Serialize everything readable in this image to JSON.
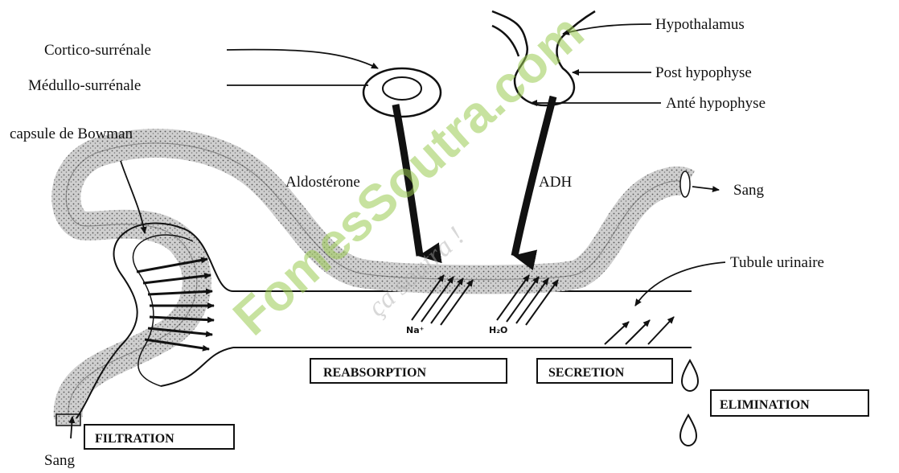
{
  "labels": {
    "cortico": "Cortico-surrénale",
    "medullo": "Médullo-surrénale",
    "hypothalamus": "Hypothalamus",
    "post_hypophyse": "Post hypophyse",
    "ante_hypophyse": "Anté hypophyse",
    "capsule": "capsule de Bowman",
    "aldosterone": "Aldostérone",
    "adh": "ADH",
    "sang_out": "Sang",
    "tubule": "Tubule urinaire",
    "sang_in": "Sang",
    "na": "Na⁺",
    "h2o": "H₂O"
  },
  "boxes": {
    "reabsorption": "REABSORPTION",
    "secretion": "SECRETION",
    "elimination": "ELIMINATION",
    "filtration": "FILTRATION"
  },
  "watermark": {
    "site": "FomesSoutra.com",
    "tagline": "ça soutra !"
  },
  "colors": {
    "ink": "#111111",
    "vessel_fill": "#b9b9b9",
    "watermark": "#9bcb52"
  }
}
